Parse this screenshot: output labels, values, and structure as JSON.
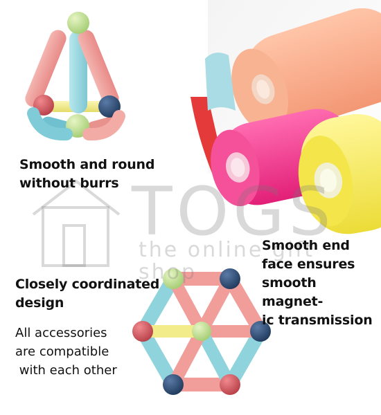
{
  "captions": {
    "top_left": [
      "Smooth and round",
      "without burrs"
    ],
    "right": [
      "Smooth end",
      "face ensures",
      "smooth magnet-",
      "ic transmission"
    ],
    "bottom_left": [
      "Closely coordinated",
      "design"
    ]
  },
  "note": [
    "All accessories",
    "are compatible",
    " with each other"
  ],
  "watermark": {
    "main": "TOGS",
    "sub": "the online gift shop"
  },
  "colors": {
    "pink": "#f19d9a",
    "blue": "#8fd3dc",
    "yellow": "#f3ec8a",
    "green_ball": "#b9d98a",
    "navy_ball": "#26446a",
    "red_ball": "#c9454d",
    "orange_rod": "#f7ab8a",
    "magenta_rod": "#f0368a",
    "lemon_rod": "#f3ea56"
  },
  "icons": [
    "house-logo-icon"
  ]
}
